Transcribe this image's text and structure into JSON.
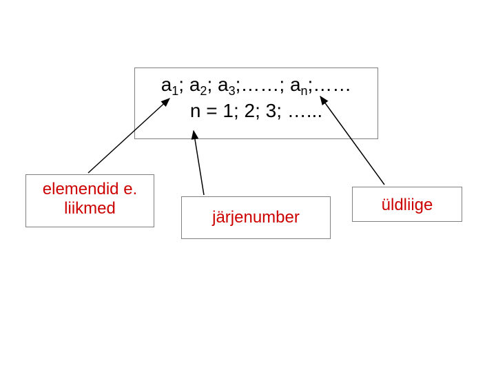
{
  "sequence": {
    "line1": {
      "a1_base": "a",
      "a1_sub": "1",
      "sep1": "; ",
      "a2_base": "a",
      "a2_sub": "2",
      "sep2": "; ",
      "a3_base": "a",
      "a3_sub": "3",
      "sep3": ";……; ",
      "an_base": "a",
      "an_sub": "n",
      "tail": ";……"
    },
    "line2": "n = 1; 2; 3; …..."
  },
  "labels": {
    "elements": [
      "elemendid e.",
      "liikmed"
    ],
    "index": "järjenumber",
    "general_term": "üldliige"
  },
  "colors": {
    "label_text": "#cc0000",
    "box_border": "#7f7f7f",
    "arrow": "#000000"
  }
}
